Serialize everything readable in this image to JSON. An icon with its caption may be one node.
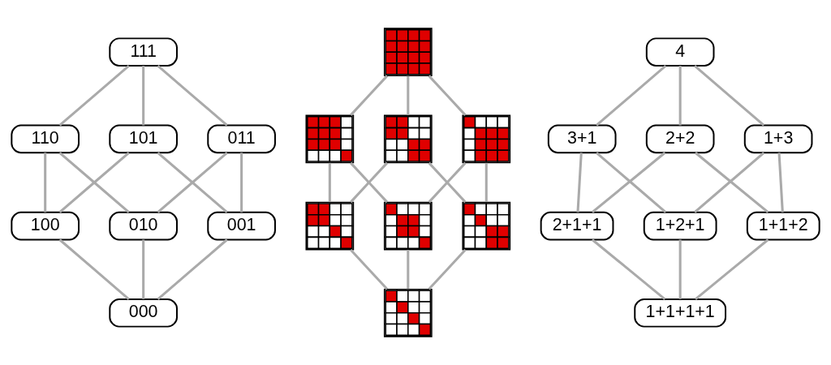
{
  "diagram": {
    "nodes": [
      {
        "text": [
          "111"
        ]
      },
      {
        "text": [
          "110"
        ]
      },
      {
        "text": [
          "101"
        ]
      },
      {
        "text": [
          "011"
        ]
      },
      {
        "text": [
          "100"
        ]
      },
      {
        "text": [
          "010"
        ]
      },
      {
        "text": [
          "001"
        ]
      },
      {
        "text": [
          "000"
        ]
      },
      {
        "text": [],
        "shape": "picture"
      },
      {
        "text": [],
        "shape": "picture"
      },
      {
        "text": [],
        "shape": "picture"
      },
      {
        "text": [],
        "shape": "picture"
      },
      {
        "text": [],
        "shape": "picture"
      },
      {
        "text": [],
        "shape": "picture"
      },
      {
        "text": [],
        "shape": "picture"
      },
      {
        "text": [],
        "shape": "picture"
      },
      {
        "text": [
          "4"
        ]
      },
      {
        "text": [
          "3+1"
        ]
      },
      {
        "text": [
          "2+2"
        ]
      },
      {
        "text": [
          "1+3"
        ]
      },
      {
        "text": [
          "2+1+1"
        ]
      },
      {
        "text": [
          "1+2+1"
        ]
      },
      {
        "text": [
          "1+1+2"
        ]
      },
      {
        "text": [
          "1+1+1+1"
        ]
      }
    ],
    "edges": [
      {
        "from": 0,
        "to": 1,
        "arrow": "none"
      },
      {
        "from": 0,
        "to": 2,
        "arrow": "none"
      },
      {
        "from": 0,
        "to": 3,
        "arrow": "none"
      },
      {
        "from": 1,
        "to": 4,
        "arrow": "none"
      },
      {
        "from": 1,
        "to": 5,
        "arrow": "none"
      },
      {
        "from": 2,
        "to": 4,
        "arrow": "none"
      },
      {
        "from": 2,
        "to": 6,
        "arrow": "none"
      },
      {
        "from": 3,
        "to": 5,
        "arrow": "none"
      },
      {
        "from": 3,
        "to": 6,
        "arrow": "none"
      },
      {
        "from": 4,
        "to": 7,
        "arrow": "none"
      },
      {
        "from": 5,
        "to": 7,
        "arrow": "none"
      },
      {
        "from": 6,
        "to": 7,
        "arrow": "none"
      },
      {
        "from": 8,
        "to": 9,
        "arrow": "none"
      },
      {
        "from": 8,
        "to": 10,
        "arrow": "none"
      },
      {
        "from": 8,
        "to": 11,
        "arrow": "none"
      },
      {
        "from": 9,
        "to": 12,
        "arrow": "none"
      },
      {
        "from": 9,
        "to": 13,
        "arrow": "none"
      },
      {
        "from": 10,
        "to": 12,
        "arrow": "none"
      },
      {
        "from": 10,
        "to": 14,
        "arrow": "none"
      },
      {
        "from": 11,
        "to": 13,
        "arrow": "none"
      },
      {
        "from": 11,
        "to": 14,
        "arrow": "none"
      },
      {
        "from": 12,
        "to": 15,
        "arrow": "none"
      },
      {
        "from": 13,
        "to": 15,
        "arrow": "none"
      },
      {
        "from": 14,
        "to": 15,
        "arrow": "none"
      },
      {
        "from": 16,
        "to": 17,
        "arrow": "none"
      },
      {
        "from": 16,
        "to": 18,
        "arrow": "none"
      },
      {
        "from": 16,
        "to": 19,
        "arrow": "none"
      },
      {
        "from": 17,
        "to": 20,
        "arrow": "none"
      },
      {
        "from": 17,
        "to": 21,
        "arrow": "none"
      },
      {
        "from": 18,
        "to": 20,
        "arrow": "none"
      },
      {
        "from": 18,
        "to": 22,
        "arrow": "none"
      },
      {
        "from": 19,
        "to": 21,
        "arrow": "none"
      },
      {
        "from": 19,
        "to": 22,
        "arrow": "none"
      },
      {
        "from": 20,
        "to": 23,
        "arrow": "none"
      },
      {
        "from": 21,
        "to": 23,
        "arrow": "none"
      },
      {
        "from": 22,
        "to": 23,
        "arrow": "none"
      }
    ]
  }
}
